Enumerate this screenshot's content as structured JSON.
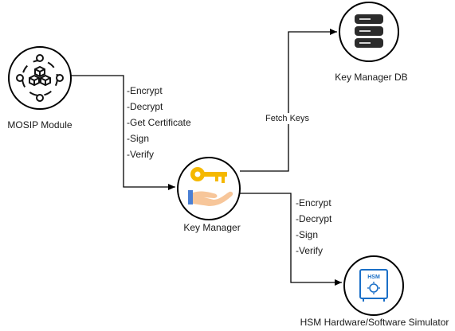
{
  "nodes": {
    "mosip": {
      "label": "MOSIP Module",
      "icon": "modules-cube-icon"
    },
    "key_manager": {
      "label": "Key Manager",
      "icon": "key-hand-icon"
    },
    "db": {
      "label": "Key Manager DB",
      "icon": "database-icon"
    },
    "hsm": {
      "label": "HSM Hardware/Software Simulator",
      "icon": "hsm-safe-icon",
      "badge": "HSM"
    }
  },
  "edges": {
    "mosip_to_km": {
      "ops": [
        "-Encrypt",
        "-Decrypt",
        "-Get Certificate",
        "-Sign",
        "-Verify"
      ]
    },
    "km_to_db": {
      "label": "Fetch Keys"
    },
    "km_to_hsm": {
      "ops": [
        "-Encrypt",
        "-Decrypt",
        "-Sign",
        "-Verify"
      ]
    }
  },
  "colors": {
    "line": "#000000",
    "key": "#f5b800",
    "hand": "#f7c69a",
    "sleeve": "#4a7fd4",
    "db": "#2b2b2b",
    "hsm": "#1a6fc7"
  }
}
